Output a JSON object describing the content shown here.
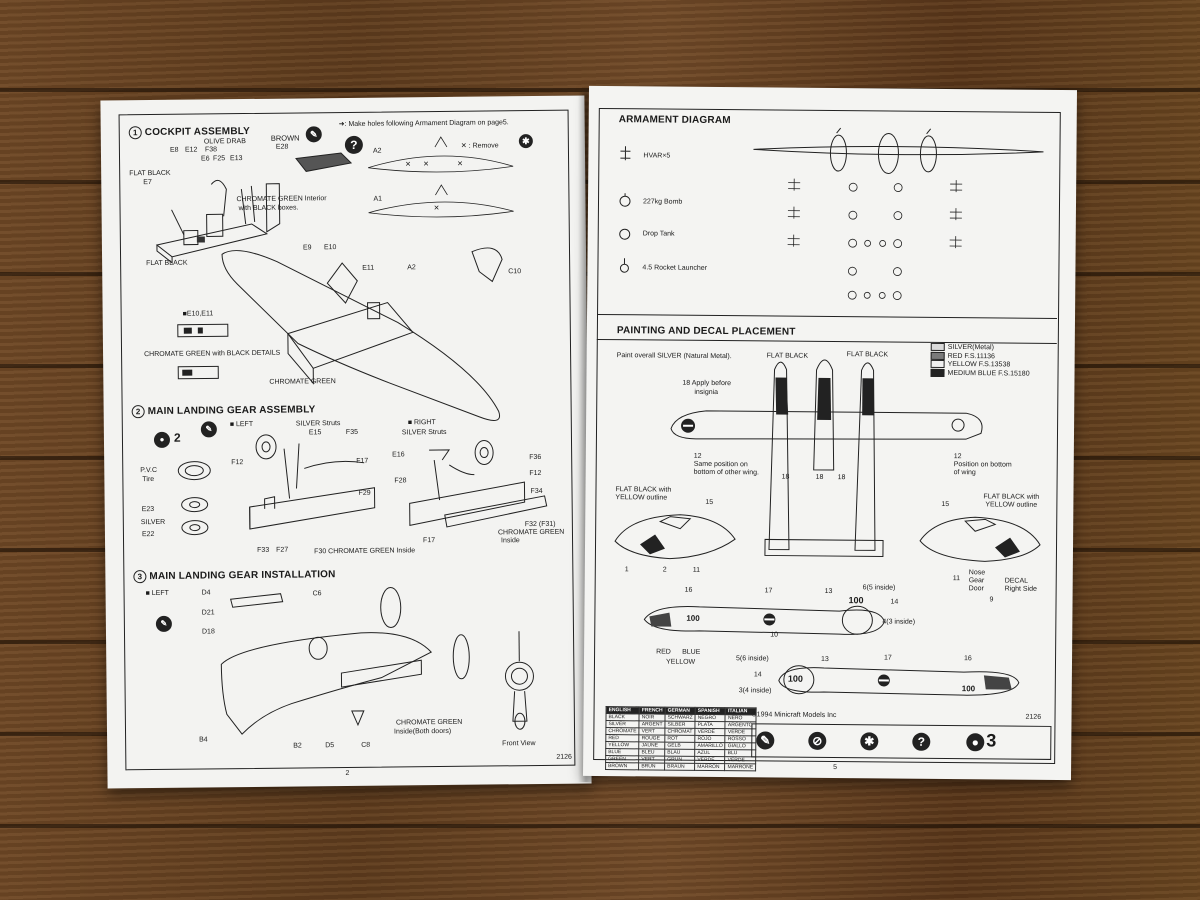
{
  "left_page": {
    "top_note": "➜: Make holes following Armament Diagram on page5.",
    "remove_note": "✕ : Remove",
    "sections": {
      "cockpit": {
        "num": "1",
        "title": "COCKPIT ASSEMBLY"
      },
      "gear": {
        "num": "2",
        "title": "MAIN LANDING GEAR ASSEMBLY"
      },
      "install": {
        "num": "3",
        "title": "MAIN LANDING GEAR INSTALLATION"
      }
    },
    "labels": {
      "brown": "BROWN",
      "e28": "E28",
      "olive": "OLIVE DRAB",
      "e8": "E8",
      "e12": "E12",
      "f38": "F38",
      "e6": "E6",
      "f25": "F25",
      "e13": "E13",
      "flat_black_top": "FLAT BLACK",
      "e7": "E7",
      "flat_black_bottom": "FLAT BLACK",
      "chromate_interior": "CHROMATE GREEN Interior",
      "with_black": "with BLACK boxes.",
      "a2_top": "A2",
      "a1": "A1",
      "e9": "E9",
      "e10": "E10",
      "e11": "E11",
      "a2_mid": "A2",
      "c10": "C10",
      "e10e11": "■E10,E11",
      "chromate_details": "CHROMATE GREEN with BLACK DETAILS",
      "chromate_green": "CHROMATE GREEN",
      "left": "■ LEFT",
      "right": "■ RIGHT",
      "count2": "2",
      "silver_struts_l": "SILVER Struts",
      "e15": "E15",
      "f35": "F35",
      "f12_l": "F12",
      "f17_l": "F17",
      "f29": "F29",
      "pvc": "P.V.C",
      "tire": "Tire",
      "e23": "E23",
      "silver": "SILVER",
      "e22": "E22",
      "f33": "F33",
      "f27": "F27",
      "f30": "F30 CHROMATE GREEN Inside",
      "silver_struts_r": "SILVER Struts",
      "e16": "E16",
      "f36": "F36",
      "f12_r": "F12",
      "f28": "F28",
      "f34": "F34",
      "f17_r": "F17",
      "f32": "F32 (F31)",
      "chromate_green_r": "CHROMATE GREEN",
      "inside_r": "Inside",
      "left3": "■ LEFT",
      "d4": "D4",
      "c6": "C6",
      "d21": "D21",
      "d18": "D18",
      "b4": "B4",
      "b2": "B2",
      "d5": "D5",
      "c8": "C8",
      "chromate_doors": "CHROMATE GREEN",
      "inside_doors": "Inside(Both doors)",
      "front_view": "Front View"
    },
    "page_number": "2",
    "code": "2126"
  },
  "right_page": {
    "armament_title": "ARMAMENT DIAGRAM",
    "armament_items": [
      "HVAR×5",
      "227kg Bomb",
      "Drop Tank",
      "4.5 Rocket Launcher"
    ],
    "painting_title": "PAINTING AND DECAL PLACEMENT",
    "paint_overall": "Paint overall SILVER (Natural Metal).",
    "flat_black_1": "FLAT BLACK",
    "flat_black_2": "FLAT BLACK",
    "legend": [
      {
        "label": "SILVER(Metal)",
        "color": "#d9d9d9"
      },
      {
        "label": "RED F.S.11136",
        "color": "#7a7a7a"
      },
      {
        "label": "YELLOW F.S.13538",
        "color": "#f0f0f0"
      },
      {
        "label": "MEDIUM BLUE F.S.15180",
        "color": "#222222"
      }
    ],
    "labels": {
      "d18a": "18 Apply before",
      "insignia": "insignia",
      "n12": "12",
      "same_pos": "Same position on",
      "bottom_other": "bottom of other wing.",
      "n18a": "18",
      "n18b": "18",
      "n18c": "18",
      "n12b": "12",
      "pos_bottom": "Position on bottom",
      "of_wing": "of wing",
      "fb_yellow_l1": "FLAT BLACK with",
      "fb_yellow_l2": "YELLOW outline",
      "n15a": "15",
      "n1": "1",
      "n2": "2",
      "n11a": "11",
      "n15b": "15",
      "fb_yellow_r1": "FLAT BLACK with",
      "fb_yellow_r2": "YELLOW outline",
      "n11b": "11",
      "nose": "Nose",
      "gear": "Gear",
      "door": "Door",
      "decal_r": "DECAL",
      "right_side": "Right Side",
      "n9": "9",
      "n16a": "16",
      "n17a": "17",
      "n13a": "13",
      "n6": "6(5 inside)",
      "n14a": "14",
      "n4": "4(3 inside)",
      "n10": "10",
      "n100a": "100",
      "n100b": "100",
      "red": "RED",
      "blue": "BLUE",
      "yellow": "YELLOW",
      "n5": "5(6 inside)",
      "n13b": "13",
      "n17b": "17",
      "n16b": "16",
      "n14b": "14",
      "n3": "3(4 inside)",
      "n100c": "100",
      "n100d": "100"
    },
    "color_table": [
      [
        "ENGLISH",
        "FRENCH",
        "GERMAN",
        "SPANISH",
        "ITALIAN"
      ],
      [
        "BLACK",
        "NOIR",
        "SCHWARZ",
        "NEGRO",
        "NERO"
      ],
      [
        "SILVER",
        "ARGENT",
        "SILBER",
        "PLATA",
        "ARGENTO"
      ],
      [
        "CHROMATE",
        "VERT",
        "CHROMAT",
        "VERDE",
        "VERDE"
      ],
      [
        "RED",
        "ROUGE",
        "ROT",
        "ROJO",
        "ROSSO"
      ],
      [
        "YELLOW",
        "JAUNE",
        "GELB",
        "AMARILLO",
        "GIALLO"
      ],
      [
        "BLUE",
        "BLEU",
        "BLAU",
        "AZUL",
        "BLU"
      ],
      [
        "GREEN",
        "VERT",
        "GRUN",
        "VERDE",
        "VERDE"
      ],
      [
        "BROWN",
        "BRUN",
        "BRAUN",
        "MARRON",
        "MARRONE"
      ]
    ],
    "copyright": "©1994 Minicraft Models Inc",
    "code": "2126",
    "page_number": "5"
  }
}
